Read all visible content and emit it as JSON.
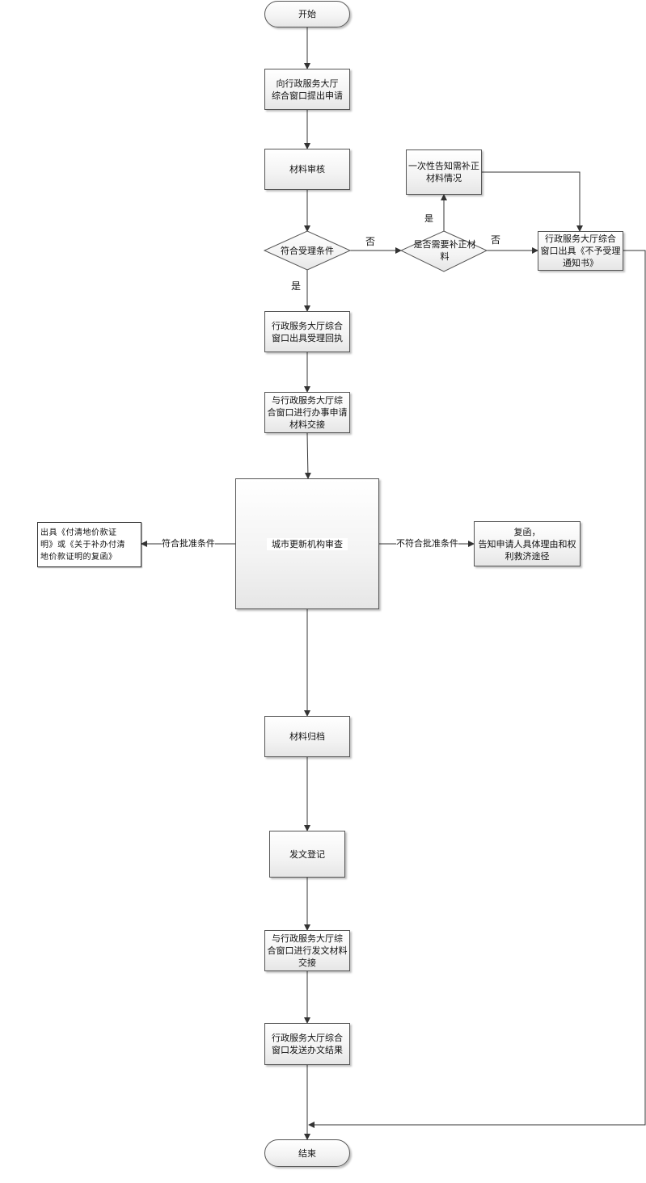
{
  "nodes": {
    "start": "开始",
    "submit": "向行政服务大厅\n综合窗口提出申请",
    "review": "材料审核",
    "meets": "符合受理条件",
    "need_supplement": "是否需要补正材\n料",
    "notify_supplement": "一次性告知需补正\n材料情况",
    "reject_notice": "行政服务大厅综合\n窗口出具《不予受理\n通知书》",
    "receipt": "行政服务大厅综合\n窗口出具受理回执",
    "handover": "与行政服务大厅综\n合窗口进行办事申请\n材料交接",
    "examine": "城市更新机构审查",
    "issue_cert": "出具《付清地价款证\n明》或《关于补办付清\n地价款证明的复函》",
    "reply": "复函，\n告知申请人具体理由和权\n利救济途径",
    "archive": "材料归档",
    "register": "发文登记",
    "doc_handover": "与行政服务大厅综\n合窗口进行发文材料\n交接",
    "send_result": "行政服务大厅综合\n窗口发送办文结果",
    "end": "结束"
  },
  "edges": {
    "yes": "是",
    "no": "否",
    "approve": "符合批准条件",
    "not_approve": "不符合批准条件"
  }
}
